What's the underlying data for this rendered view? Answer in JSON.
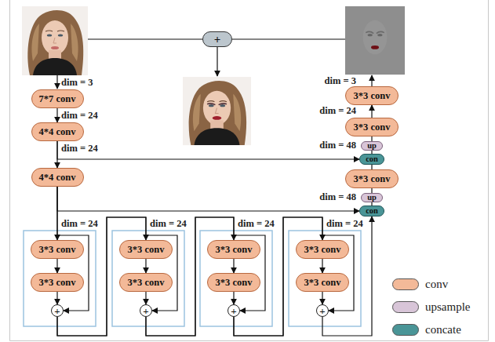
{
  "diagram": {
    "nodes": [
      {
        "text": [
          "7*7 conv"
        ]
      },
      {
        "text": [
          "4*4 conv"
        ]
      },
      {
        "text": [
          "4*4 conv"
        ]
      },
      {
        "text": [
          "3*3 conv"
        ]
      },
      {
        "text": [
          "3*3 conv"
        ]
      },
      {
        "text": [
          "+"
        ]
      },
      {
        "text": [
          "3*3 conv"
        ]
      },
      {
        "text": [
          "3*3 conv"
        ]
      },
      {
        "text": [
          "+"
        ]
      },
      {
        "text": [
          "3*3 conv"
        ]
      },
      {
        "text": [
          "3*3 conv"
        ]
      },
      {
        "text": [
          "+"
        ]
      },
      {
        "text": [
          "3*3 conv"
        ]
      },
      {
        "text": [
          "3*3 conv"
        ]
      },
      {
        "text": [
          "+"
        ]
      },
      {
        "text": [
          "con"
        ]
      },
      {
        "text": [
          "up"
        ]
      },
      {
        "text": [
          "3*3 conv"
        ]
      },
      {
        "text": [
          "con"
        ]
      },
      {
        "text": [
          "up"
        ]
      },
      {
        "text": [
          "3*3 conv"
        ]
      },
      {
        "text": [
          "3*3 conv"
        ]
      },
      {
        "text": [
          "+"
        ]
      }
    ],
    "edges": [
      {
        "from": 0,
        "to": 1,
        "arrow": "to"
      },
      {
        "from": 1,
        "to": 2,
        "arrow": "to"
      },
      {
        "from": 1,
        "to": 18,
        "arrow": "to"
      },
      {
        "from": 2,
        "to": 3,
        "arrow": "to"
      },
      {
        "from": 2,
        "to": 15,
        "arrow": "to"
      },
      {
        "from": 2,
        "to": 5,
        "arrow": "to"
      },
      {
        "from": 3,
        "to": 4,
        "arrow": "to"
      },
      {
        "from": 4,
        "to": 5,
        "arrow": "to"
      },
      {
        "from": 5,
        "to": 6,
        "arrow": "to"
      },
      {
        "from": 5,
        "to": 8,
        "arrow": "to"
      },
      {
        "from": 6,
        "to": 7,
        "arrow": "to"
      },
      {
        "from": 7,
        "to": 8,
        "arrow": "to"
      },
      {
        "from": 8,
        "to": 9,
        "arrow": "to"
      },
      {
        "from": 8,
        "to": 11,
        "arrow": "to"
      },
      {
        "from": 9,
        "to": 10,
        "arrow": "to"
      },
      {
        "from": 10,
        "to": 11,
        "arrow": "to"
      },
      {
        "from": 11,
        "to": 12,
        "arrow": "to"
      },
      {
        "from": 11,
        "to": 14,
        "arrow": "to"
      },
      {
        "from": 12,
        "to": 13,
        "arrow": "to"
      },
      {
        "from": 13,
        "to": 14,
        "arrow": "to"
      },
      {
        "from": 14,
        "to": 15,
        "arrow": "to"
      },
      {
        "from": 15,
        "to": 16,
        "arrow": "none"
      },
      {
        "from": 16,
        "to": 17,
        "arrow": "none"
      },
      {
        "from": 17,
        "to": 18,
        "arrow": "none"
      },
      {
        "from": 18,
        "to": 19,
        "arrow": "none"
      },
      {
        "from": 19,
        "to": 20,
        "arrow": "none"
      },
      {
        "from": 20,
        "to": 21,
        "arrow": "to"
      }
    ],
    "labels": [
      "dim = 3",
      "dim = 24",
      "dim = 24",
      "dim = 24",
      "dim = 24",
      "dim = 24",
      "dim = 24",
      "dim = 3",
      "dim = 24",
      "dim = 48",
      "dim = 48"
    ],
    "legend": [
      {
        "text": "conv",
        "color": "#f3b998"
      },
      {
        "text": "upsample",
        "color": "#d8c5d8"
      },
      {
        "text": "concate",
        "color": "#4a9597"
      }
    ]
  }
}
